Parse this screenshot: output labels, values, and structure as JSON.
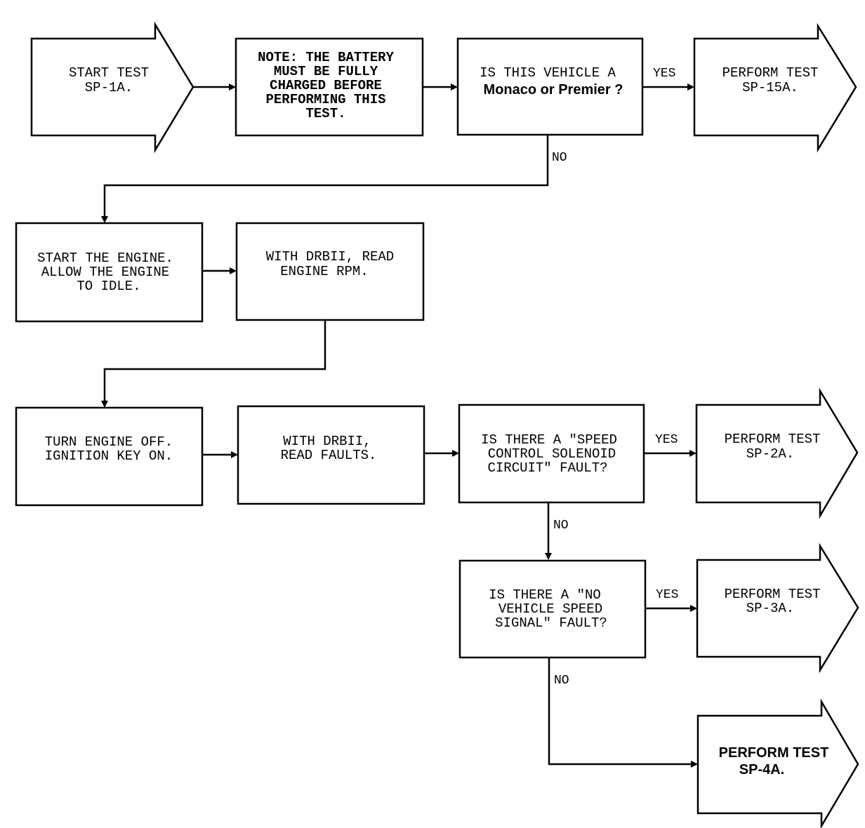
{
  "nodes": {
    "start": {
      "lines": [
        "START TEST",
        "SP-1A."
      ]
    },
    "note": {
      "lines": [
        "NOTE: THE BATTERY",
        "MUST BE FULLY",
        "CHARGED BEFORE",
        "PERFORMING THIS",
        "TEST."
      ]
    },
    "q_vehicle": {
      "line1": "IS THIS VEHICLE A",
      "line2": "Monaco or Premier ?"
    },
    "perform_15a": {
      "lines": [
        "PERFORM TEST",
        "SP-15A."
      ]
    },
    "start_engine": {
      "lines": [
        "START THE ENGINE.",
        "ALLOW THE ENGINE",
        "TO IDLE."
      ]
    },
    "read_rpm": {
      "lines": [
        "WITH DRBII, READ",
        "ENGINE RPM."
      ]
    },
    "turn_off": {
      "lines": [
        "TURN ENGINE OFF.",
        "IGNITION KEY ON."
      ]
    },
    "read_faults": {
      "lines": [
        "WITH DRBII,",
        "READ FAULTS."
      ]
    },
    "q_solenoid": {
      "lines": [
        "IS THERE A \"SPEED",
        "CONTROL SOLENOID",
        "CIRCUIT\" FAULT?"
      ]
    },
    "perform_2a": {
      "lines": [
        "PERFORM TEST",
        "SP-2A."
      ]
    },
    "q_speed": {
      "lines": [
        "IS THERE A \"NO",
        "VEHICLE SPEED",
        "SIGNAL\" FAULT?"
      ]
    },
    "perform_3a": {
      "lines": [
        "PERFORM TEST",
        "SP-3A."
      ]
    },
    "perform_4a": {
      "lines": [
        "PERFORM TEST",
        "SP-4A."
      ]
    }
  },
  "edge_labels": {
    "vehicle_yes": "YES",
    "vehicle_no": "NO",
    "solenoid_yes": "YES",
    "solenoid_no": "NO",
    "speed_yes": "YES",
    "speed_no": "NO"
  }
}
